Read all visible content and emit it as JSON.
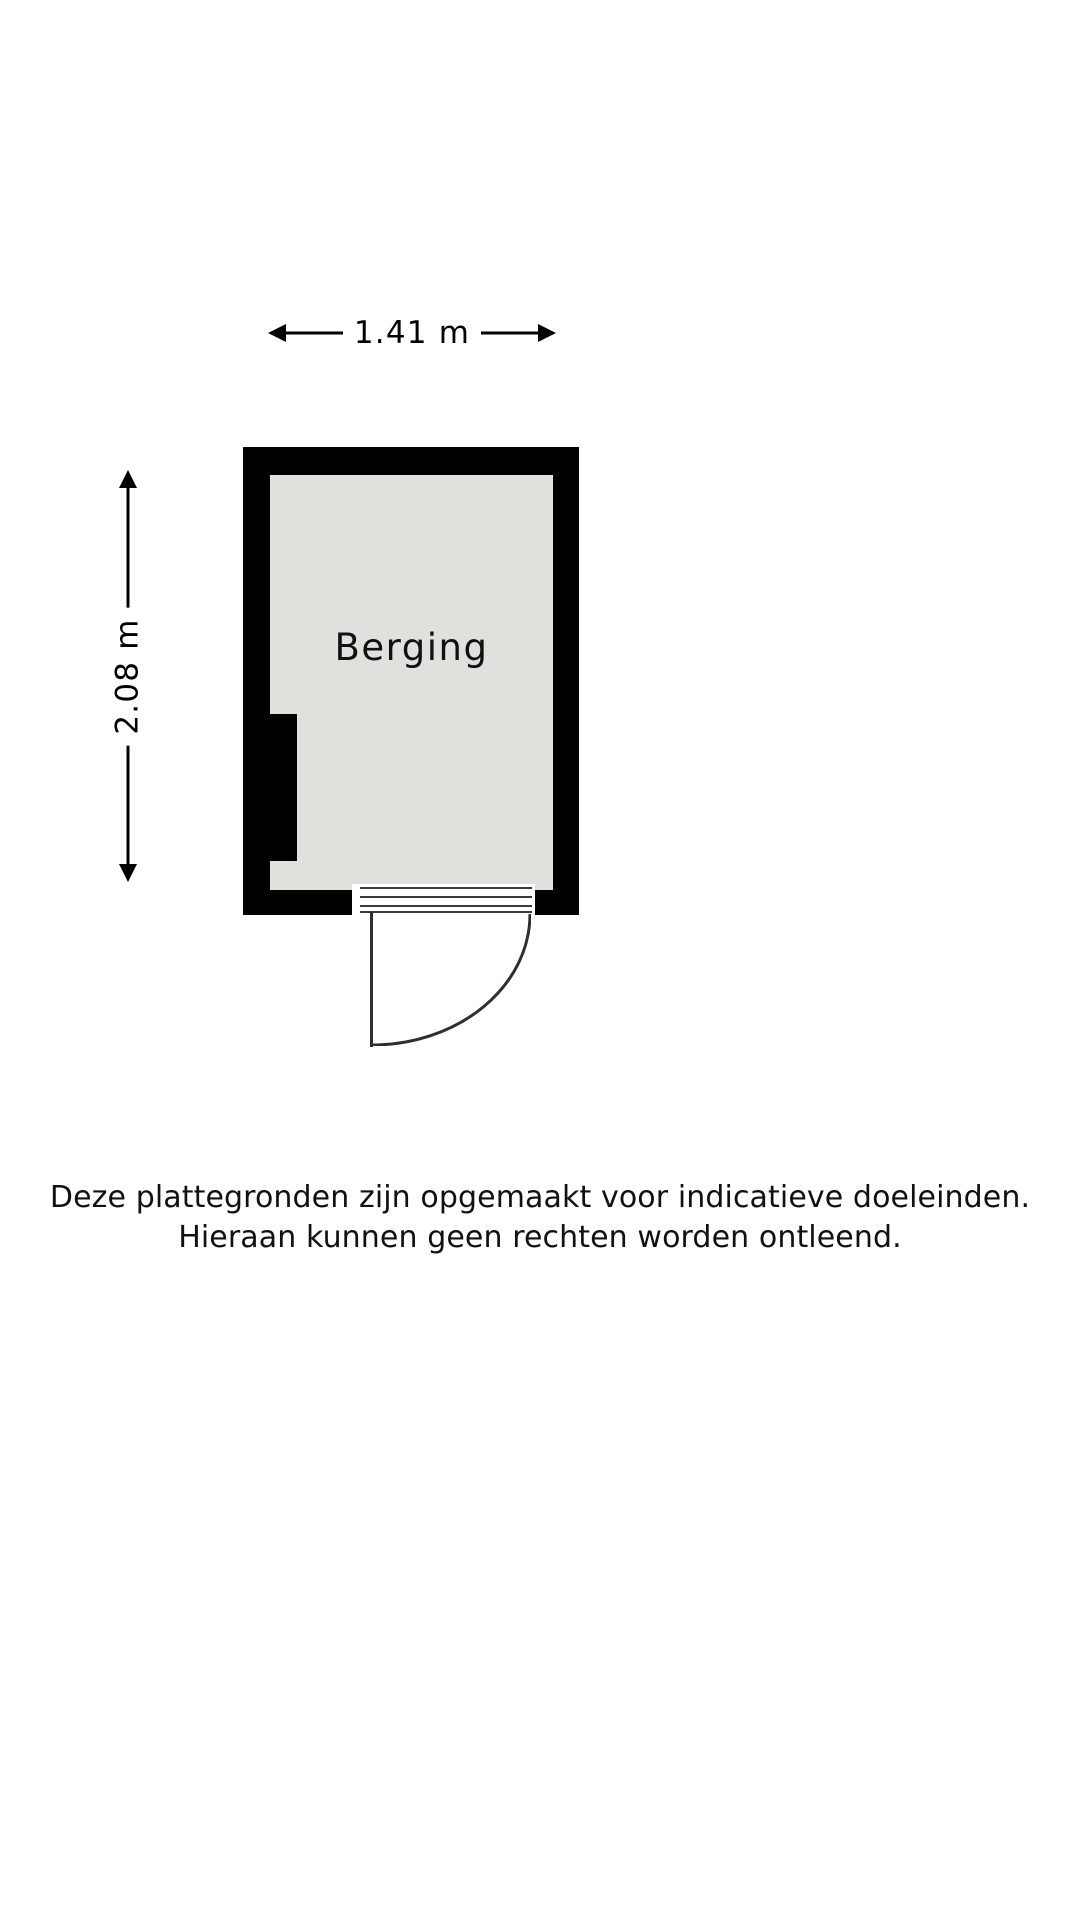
{
  "plan": {
    "dimensions": {
      "width_label": "1.41 m",
      "height_label": "2.08 m"
    },
    "rooms": [
      {
        "name": "Berging"
      }
    ],
    "room_label": "Berging",
    "colors": {
      "wall": "#000000",
      "floor": "#e1e0dc",
      "background": "#ffffff",
      "text": "#111111"
    }
  },
  "disclaimer": {
    "line1": "Deze plattegronden zijn opgemaakt voor indicatieve doeleinden.",
    "line2": "Hieraan kunnen geen rechten worden ontleend."
  }
}
